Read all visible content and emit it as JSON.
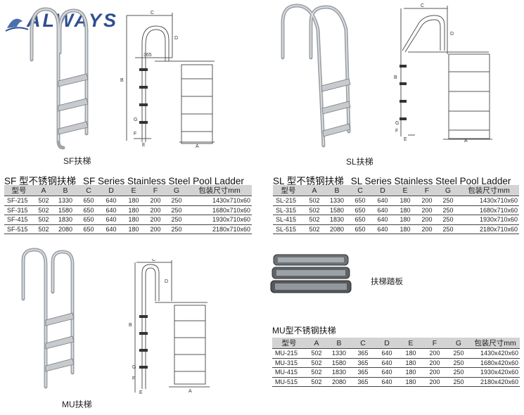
{
  "logo": {
    "text": "ALWAYS"
  },
  "colors": {
    "logo_blue": "#2f4f8f",
    "table_header": "#d3d3d3",
    "steel": "#b9bdc2"
  },
  "captions": {
    "sf": "SF扶梯",
    "sl": "SL扶梯",
    "mu": "MU扶梯",
    "tread": "扶梯踏板"
  },
  "drawing_labels": {
    "a": "A",
    "b": "B",
    "c": "C",
    "d": "D",
    "e": "E",
    "f": "F",
    "g": "G",
    "d365": "365"
  },
  "sf": {
    "title_cn": "SF 型不锈钢扶梯",
    "title_en": "SF Series Stainless Steel Pool Ladder",
    "headers": [
      "型号",
      "A",
      "B",
      "C",
      "D",
      "E",
      "F",
      "G",
      "包装尺寸mm"
    ],
    "rows": [
      [
        "SF-215",
        "502",
        "1330",
        "650",
        "640",
        "180",
        "200",
        "250",
        "1430x710x60"
      ],
      [
        "SF-315",
        "502",
        "1580",
        "650",
        "640",
        "180",
        "200",
        "250",
        "1680x710x60"
      ],
      [
        "SF-415",
        "502",
        "1830",
        "650",
        "640",
        "180",
        "200",
        "250",
        "1930x710x60"
      ],
      [
        "SF-515",
        "502",
        "2080",
        "650",
        "640",
        "180",
        "200",
        "250",
        "2180x710x60"
      ]
    ]
  },
  "sl": {
    "title_cn": "SL 型不锈钢扶梯",
    "title_en": "SL Series Stainless Steel Pool Ladder",
    "headers": [
      "型号",
      "A",
      "B",
      "C",
      "D",
      "E",
      "F",
      "G",
      "包装尺寸mm"
    ],
    "rows": [
      [
        "SL-215",
        "502",
        "1330",
        "650",
        "640",
        "180",
        "200",
        "250",
        "1430x710x60"
      ],
      [
        "SL-315",
        "502",
        "1580",
        "650",
        "640",
        "180",
        "200",
        "250",
        "1680x710x60"
      ],
      [
        "SL-415",
        "502",
        "1830",
        "650",
        "640",
        "180",
        "200",
        "250",
        "1930x710x60"
      ],
      [
        "SL-515",
        "502",
        "2080",
        "650",
        "640",
        "180",
        "200",
        "250",
        "2180x710x60"
      ]
    ]
  },
  "mu": {
    "title_cn": "MU型不锈钢扶梯",
    "headers": [
      "型号",
      "A",
      "B",
      "C",
      "D",
      "E",
      "F",
      "G",
      "包装尺寸mm"
    ],
    "rows": [
      [
        "MU-215",
        "502",
        "1330",
        "365",
        "640",
        "180",
        "200",
        "250",
        "1430x420x60"
      ],
      [
        "MU-315",
        "502",
        "1580",
        "365",
        "640",
        "180",
        "200",
        "250",
        "1680x420x60"
      ],
      [
        "MU-415",
        "502",
        "1830",
        "365",
        "640",
        "180",
        "200",
        "250",
        "1930x420x60"
      ],
      [
        "MU-515",
        "502",
        "2080",
        "365",
        "640",
        "180",
        "200",
        "250",
        "2180x420x60"
      ]
    ]
  }
}
